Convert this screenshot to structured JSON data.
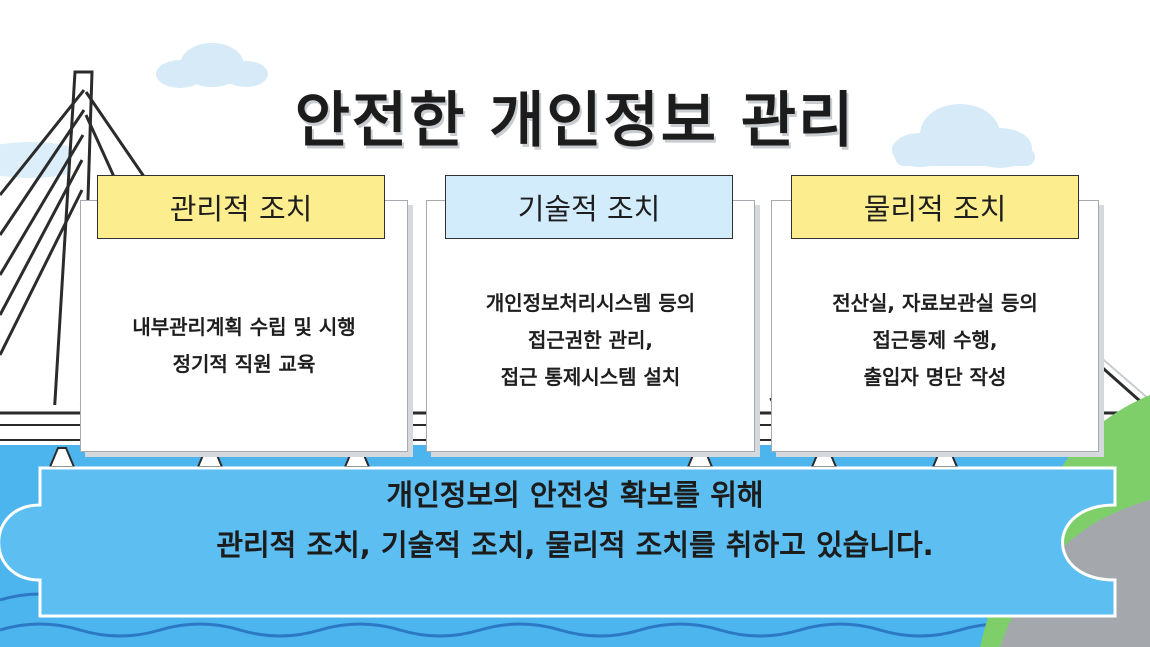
{
  "title": "안전한 개인정보 관리",
  "colors": {
    "header_yellow": "#fcee8f",
    "header_blue": "#d3ecfb",
    "water": "#4cb5ee",
    "panel": "#5cbef1",
    "hill_green": "#7ecf6a"
  },
  "cards": [
    {
      "heading": "관리적 조치",
      "lines": [
        "내부관리계획 수립 및 시행",
        "정기적 직원 교육"
      ]
    },
    {
      "heading": "기술적 조치",
      "lines": [
        "개인정보처리시스템 등의",
        "접근권한 관리,",
        "접근 통제시스템 설치"
      ]
    },
    {
      "heading": "물리적 조치",
      "lines": [
        "전산실, 자료보관실 등의",
        "접근통제 수행,",
        "출입자 명단 작성"
      ]
    }
  ],
  "banner": {
    "line1": "개인정보의 안전성 확보를 위해",
    "line2": "관리적 조치, 기술적 조치, 물리적 조치를 취하고 있습니다."
  }
}
